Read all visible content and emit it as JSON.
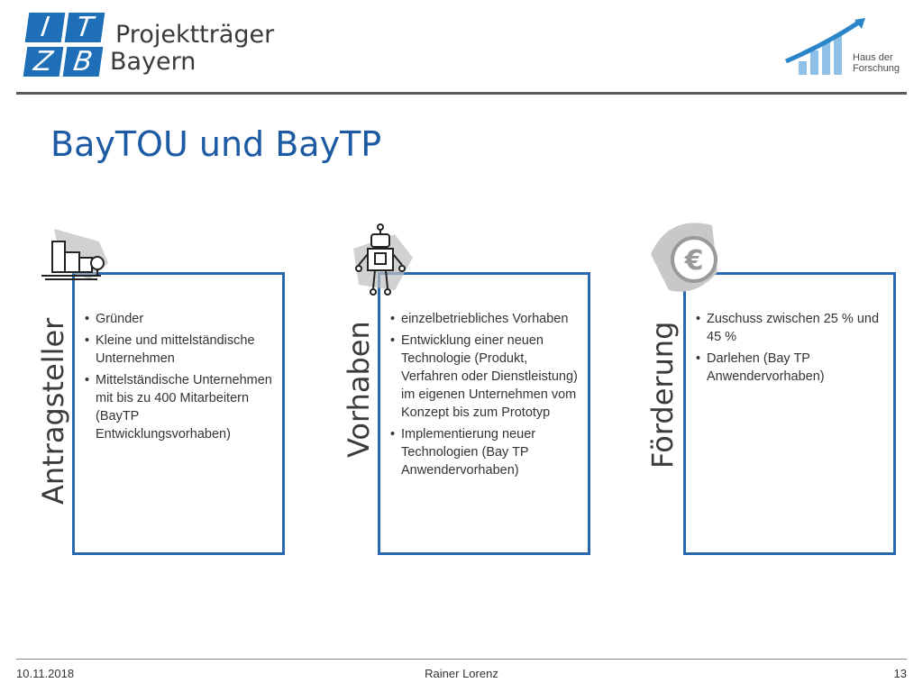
{
  "header": {
    "logo_letters": [
      "I",
      "T",
      "Z",
      "B"
    ],
    "org_name_line1": "Projektträger",
    "org_name_line2": "Bayern",
    "partner_logo_line1": "Haus der",
    "partner_logo_line2": "Forschung"
  },
  "title": "BayTOU und BayTP",
  "columns": [
    {
      "label": "Antragsteller",
      "icon": "city-buildings-icon",
      "items": [
        "Gründer",
        "Kleine und mittelständische Unternehmen",
        "Mittelständische Unternehmen mit bis zu 400 Mitarbeitern (BayTP Entwicklungsvorhaben)"
      ]
    },
    {
      "label": "Vorhaben",
      "icon": "robot-icon",
      "items": [
        "einzelbetriebliches Vorhaben",
        "Entwicklung einer neuen Technologie (Produkt, Verfahren oder Dienstleistung) im eigenen Unternehmen vom Konzept bis zum Prototyp",
        "Implementierung neuer Technologien (Bay TP Anwendervorhaben)"
      ]
    },
    {
      "label": "Förderung",
      "icon": "euro-coin-icon",
      "items": [
        "Zuschuss zwischen 25 % und 45 %",
        "Darlehen (Bay TP Anwendervorhaben)"
      ]
    }
  ],
  "footer": {
    "date": "10.11.2018",
    "author": "Rainer Lorenz",
    "page_number": "13"
  },
  "colors": {
    "accent": "#1c5aa3",
    "box_border": "#2a69b0",
    "logo_blue": "#1e6fb8"
  }
}
